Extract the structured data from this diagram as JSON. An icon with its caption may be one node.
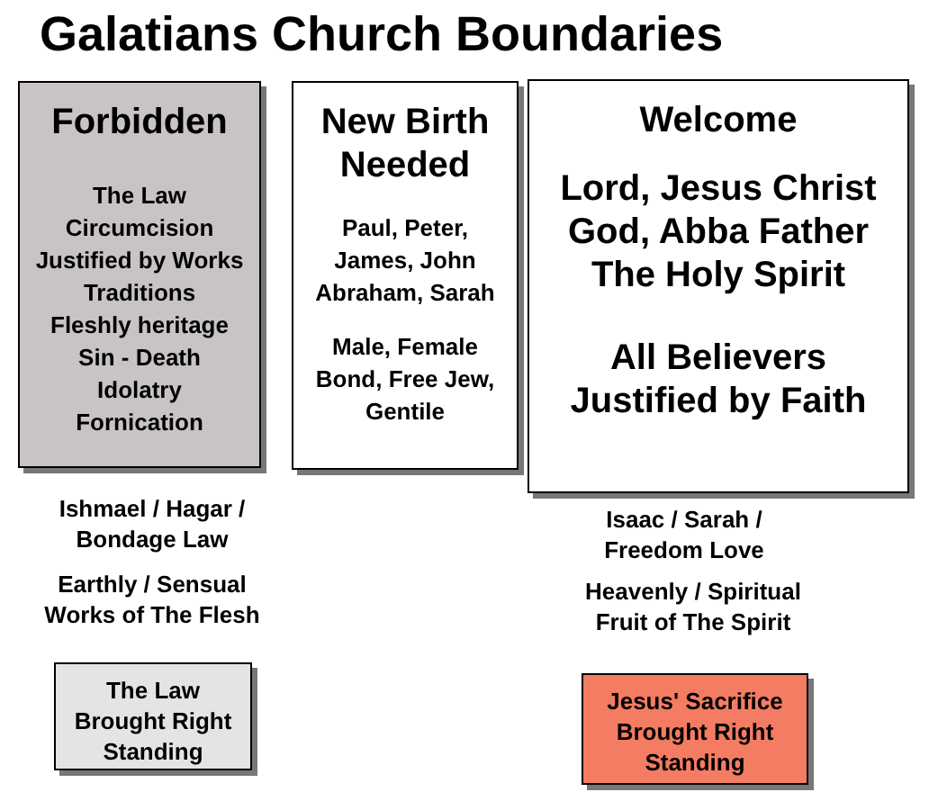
{
  "diagram": {
    "title": "Galatians Church Boundaries",
    "nodes": [
      {
        "text": [
          "Forbidden",
          "The Law",
          "Circumcision",
          "Justified by Works",
          "Traditions",
          "Fleshly heritage",
          "Sin - Death",
          "Idolatry",
          "Fornication"
        ]
      },
      {
        "text": [
          "New Birth Needed",
          "Paul, Peter, James, John Abraham, Sarah",
          "Male, Female Bond, Free Jew, Gentile"
        ]
      },
      {
        "text": [
          "Welcome",
          "Lord, Jesus Christ",
          "God, Abba Father",
          "The Holy Spirit",
          "All Believers Justified by Faith"
        ]
      },
      {
        "text": [
          "The Law Brought Right Standing"
        ]
      },
      {
        "text": [
          "Jesus' Sacrifice Brought Right Standing"
        ]
      }
    ],
    "labels": [
      "Ishmael / Hagar / Bondage Law",
      "Earthly / Sensual Works of The Flesh",
      "Isaac / Sarah / Freedom Love",
      "Heavenly / Spiritual Fruit of The Spirit"
    ]
  }
}
